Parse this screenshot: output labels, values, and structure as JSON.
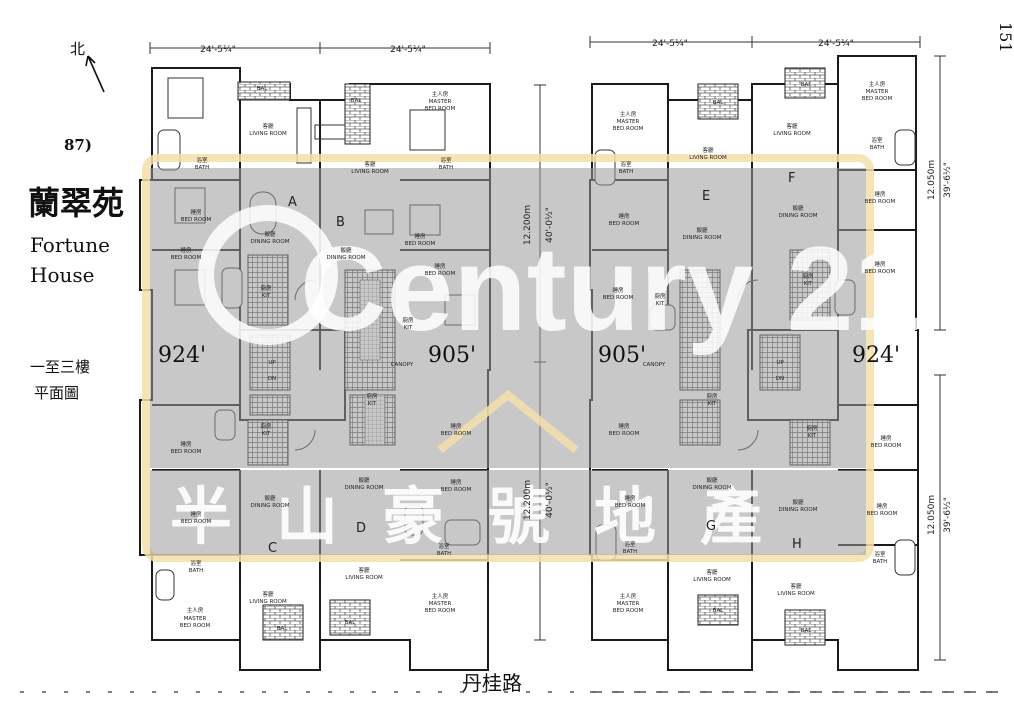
{
  "estate": {
    "number": "87)",
    "name_zh": "蘭翠苑",
    "name_en_line1": "Fortune",
    "name_en_line2": "House",
    "floors_line1": "一至三樓",
    "floors_line2": "平面圖",
    "north": "北"
  },
  "page_number": "151",
  "street": "丹桂路",
  "dimensions": {
    "width_left_1": "24'-5¼\"",
    "width_left_2": "24'-5¼\"",
    "width_right_1": "24'-5¼\"",
    "width_right_2": "24'-5¼\"",
    "mid_upper_m": "12.200m",
    "mid_upper_ft": "40'-0½\"",
    "mid_lower_m": "12.200m",
    "mid_lower_ft": "40'-0½\"",
    "right_upper_m": "12.050m",
    "right_upper_ft": "39'-6½\"",
    "right_lower_m": "12.050m",
    "right_lower_ft": "39'-6½\""
  },
  "areas": {
    "a": "924'",
    "b": "905'",
    "c": "905'",
    "d": "924'"
  },
  "units": [
    "A",
    "B",
    "C",
    "D",
    "E",
    "F",
    "G",
    "H"
  ],
  "rooms": {
    "master_zh": "主人房",
    "master_en1": "MASTER",
    "master_en2": "BED ROOM",
    "bed_zh": "睡房",
    "bed_en": "BED ROOM",
    "living_zh": "客廳",
    "living_en": "LIVING ROOM",
    "dining_zh": "飯廳",
    "dining_en": "DINING ROOM",
    "bath_zh": "浴室",
    "bath_en": "BATH",
    "kitchen_zh": "廚房",
    "kitchen_en": "KIT",
    "bal": "BAL",
    "canopy": "CANOPY",
    "up": "UP",
    "dn": "DN"
  },
  "watermark": {
    "brand": "Century 21",
    "text_zh": "半山豪號地產"
  }
}
